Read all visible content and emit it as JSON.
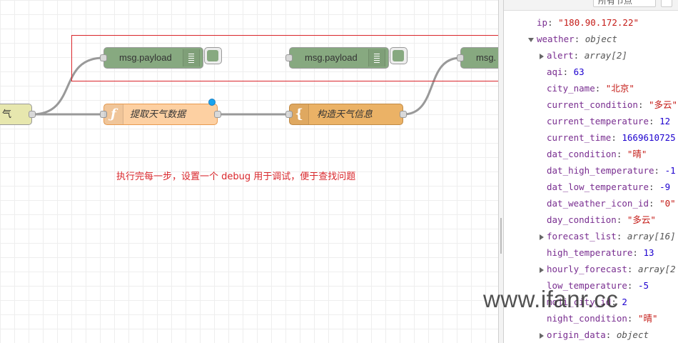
{
  "flow": {
    "inject_label": "气",
    "debug_nodes": [
      {
        "label": "msg.payload"
      },
      {
        "label": "msg.payload"
      },
      {
        "label": "msg."
      }
    ],
    "function_node": {
      "label": "提取天气数据",
      "icon": "ƒ"
    },
    "template_node": {
      "label": "构造天气信息",
      "icon": "{"
    },
    "annotation": "执行完每一步，设置一个 debug 用于调试，便于查找问题",
    "colors": {
      "annotation": "#d9262b",
      "debug_node": "#87a980",
      "function_node": "#fdd0a2",
      "template_node": "#ebb266",
      "inject_node": "#e7e7ae",
      "status_dot": "#19a4ef"
    }
  },
  "sidebar": {
    "filter_label": "所有节点",
    "rows": [
      {
        "key": "ip",
        "sep": ": ",
        "value": "\"180.90.172.22\"",
        "vtype": "s",
        "toggle": ""
      },
      {
        "key": "weather",
        "sep": ": ",
        "value": "object",
        "vtype": "t",
        "toggle": "down"
      },
      {
        "key": "alert",
        "sep": ": ",
        "value": "array[2]",
        "vtype": "t",
        "toggle": "right"
      },
      {
        "key": "aqi",
        "sep": ": ",
        "value": "63",
        "vtype": "n",
        "toggle": ""
      },
      {
        "key": "city_name",
        "sep": ": ",
        "value": "\"北京\"",
        "vtype": "s",
        "toggle": ""
      },
      {
        "key": "current_condition",
        "sep": ": ",
        "value": "\"多云\"",
        "vtype": "s",
        "toggle": ""
      },
      {
        "key": "current_temperature",
        "sep": ": ",
        "value": "12",
        "vtype": "n",
        "toggle": ""
      },
      {
        "key": "current_time",
        "sep": ": ",
        "value": "1669610725",
        "vtype": "n",
        "toggle": ""
      },
      {
        "key": "dat_condition",
        "sep": ": ",
        "value": "\"晴\"",
        "vtype": "s",
        "toggle": ""
      },
      {
        "key": "dat_high_temperature",
        "sep": ": ",
        "value": "-1",
        "vtype": "n",
        "toggle": ""
      },
      {
        "key": "dat_low_temperature",
        "sep": ": ",
        "value": "-9",
        "vtype": "n",
        "toggle": ""
      },
      {
        "key": "dat_weather_icon_id",
        "sep": ": ",
        "value": "\"0\"",
        "vtype": "s",
        "toggle": ""
      },
      {
        "key": "day_condition",
        "sep": ": ",
        "value": "\"多云\"",
        "vtype": "s",
        "toggle": ""
      },
      {
        "key": "forecast_list",
        "sep": ": ",
        "value": "array[16]",
        "vtype": "t",
        "toggle": "right"
      },
      {
        "key": "high_temperature",
        "sep": ": ",
        "value": "13",
        "vtype": "n",
        "toggle": ""
      },
      {
        "key": "hourly_forecast",
        "sep": ": ",
        "value": "array[2",
        "vtype": "t",
        "toggle": "right"
      },
      {
        "key": "low_temperature",
        "sep": ": ",
        "value": "-5",
        "vtype": "n",
        "toggle": ""
      },
      {
        "key": "moji_city_id",
        "sep": ": ",
        "value": "2",
        "vtype": "n",
        "toggle": ""
      },
      {
        "key": "night_condition",
        "sep": ": ",
        "value": "\"晴\"",
        "vtype": "s",
        "toggle": ""
      },
      {
        "key": "origin_data",
        "sep": ": ",
        "value": "object",
        "vtype": "t",
        "toggle": "right"
      }
    ]
  },
  "watermark": "www.ifanr.cc"
}
